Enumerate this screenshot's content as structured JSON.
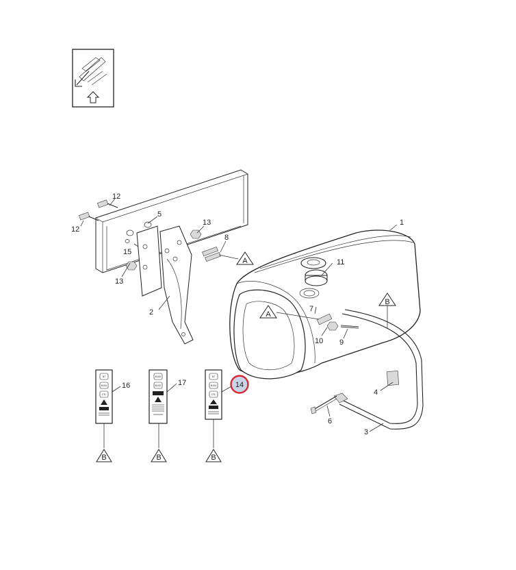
{
  "diagram": {
    "callouts": {
      "c1": "1",
      "c2": "2",
      "c3": "3",
      "c4": "4",
      "c5": "5",
      "c6": "6",
      "c7": "7",
      "c8": "8",
      "c9": "9",
      "c10": "10",
      "c11": "11",
      "c12a": "12",
      "c12b": "12",
      "c13a": "13",
      "c13b": "13",
      "c14": "14",
      "c15": "15",
      "c16": "16",
      "c17": "17"
    },
    "section_markers": {
      "a1": "A",
      "a2": "A",
      "b1": "B",
      "b2": "B",
      "b3": "B",
      "b4": "B"
    },
    "decal_labels": {
      "d16_1": "B7",
      "d16_2": "B100",
      "d16_3": "XTL",
      "d17_1": "B100",
      "d17_2": "B100",
      "d14_1": "B7",
      "d14_2": "B100",
      "d14_3": "XTL"
    },
    "highlight_color": "#d9262f",
    "icons": [
      "orientation-arrow-icon",
      "up-arrow-icon",
      "warning-triangle-icon"
    ]
  }
}
